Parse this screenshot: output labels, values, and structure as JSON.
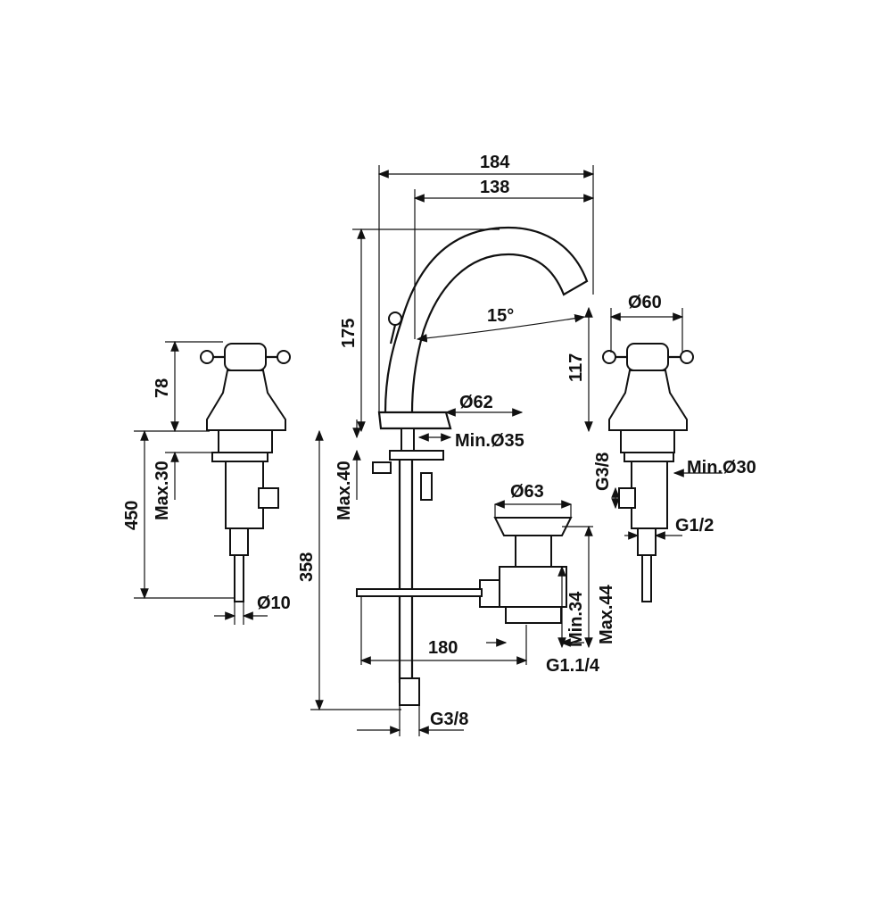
{
  "drawing": {
    "dimensions": {
      "spout_reach_total": "184",
      "spout_reach": "138",
      "spout_height": "175",
      "spout_angle": "15°",
      "handle_diameter": "Ø60",
      "spout_outlet_height": "117",
      "base_diameter": "Ø62",
      "min_hole_spout": "Min.Ø35",
      "handle_height": "78",
      "max_deck_handle": "Max.30",
      "handle_hose_length": "450",
      "max_deck_spout": "Max.40",
      "spout_hose_length": "358",
      "waste_diameter": "Ø63",
      "waste_connection": "G3/8",
      "min_hole_handle": "Min.Ø30",
      "handle_connection": "G1/2",
      "hose_diameter": "Ø10",
      "waste_min": "Min.34",
      "waste_max": "Max.44",
      "rod_length": "180",
      "waste_thread": "G1.1/4",
      "spout_connection": "G3/8"
    }
  }
}
